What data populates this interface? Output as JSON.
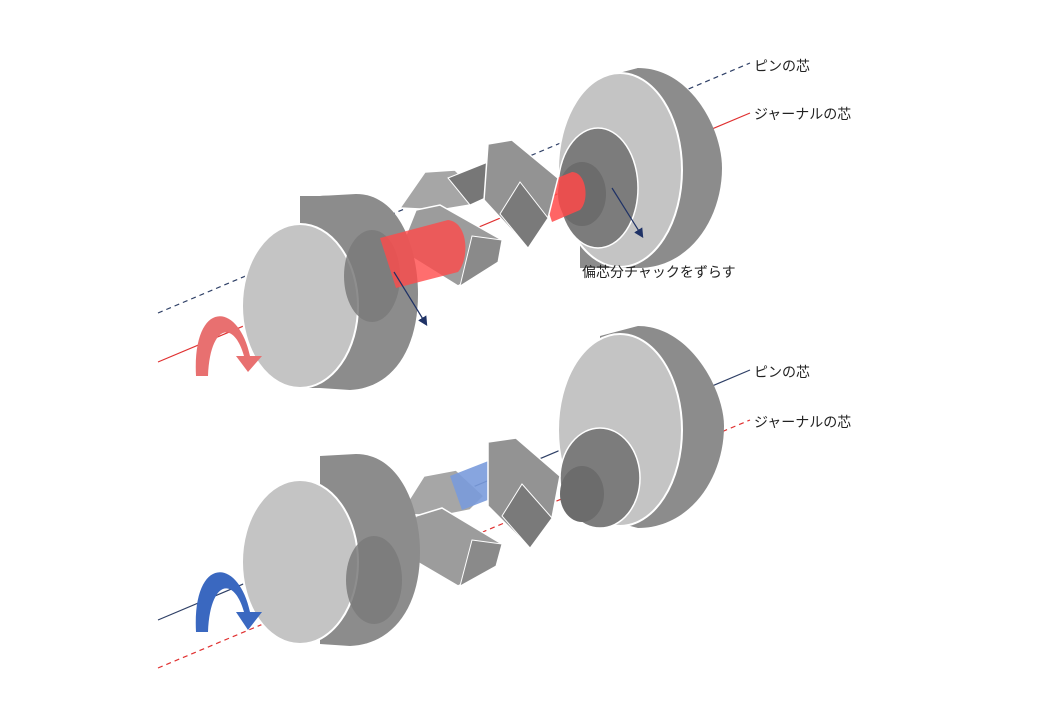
{
  "labels": {
    "top_pin_axis": "ピンの芯",
    "top_journal_axis": "ジャーナルの芯",
    "offset_note": "偏芯分チャックをずらす",
    "bottom_pin_axis": "ピンの芯",
    "bottom_journal_axis": "ジャーナルの芯"
  },
  "colors": {
    "pin_axis": "#2e3f66",
    "journal_axis": "#e03030",
    "chuck_front": "#c4c4c4",
    "chuck_body": "#8c8c8c",
    "journal_highlight": "#ff4a4a",
    "pin_highlight": "#7a9bdc",
    "rotation_top": "#e87070",
    "rotation_bottom": "#3a68c0"
  },
  "icons": {
    "top_rotation": "curved-arrow-rotation-icon",
    "bottom_rotation": "curved-arrow-rotation-icon",
    "offset_arrows": "arrow-down-right-icon"
  }
}
